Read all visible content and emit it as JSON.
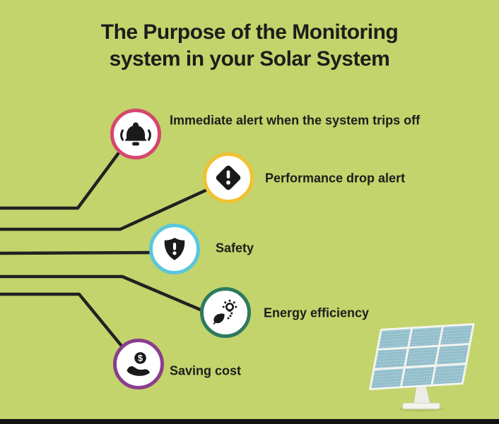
{
  "background_color": "#c3d46c",
  "text_color": "#1d1d1b",
  "connector_line_color": "#212121",
  "title": {
    "line1": "The Purpose of the Monitoring",
    "line2": "system in your Solar System"
  },
  "items": [
    {
      "label": "Immediate alert when the system trips off",
      "icon": "bell-icon",
      "ring_color": "#d5476d"
    },
    {
      "label": "Performance drop alert",
      "icon": "warning-diamond-icon",
      "ring_color": "#f0c232"
    },
    {
      "label": "Safety",
      "icon": "shield-exclamation-icon",
      "ring_color": "#59c7dc"
    },
    {
      "label": "Energy efficiency",
      "icon": "eco-bulb-leaf-icon",
      "ring_color": "#2e7a5f"
    },
    {
      "label": "Saving cost",
      "icon": "hand-coin-icon",
      "ring_color": "#8b3d8e"
    }
  ],
  "coin_symbol": "$",
  "illustration": {
    "name": "solar-panel",
    "cell_color": "#8fbccb",
    "frame_color": "#f4f5ef"
  }
}
